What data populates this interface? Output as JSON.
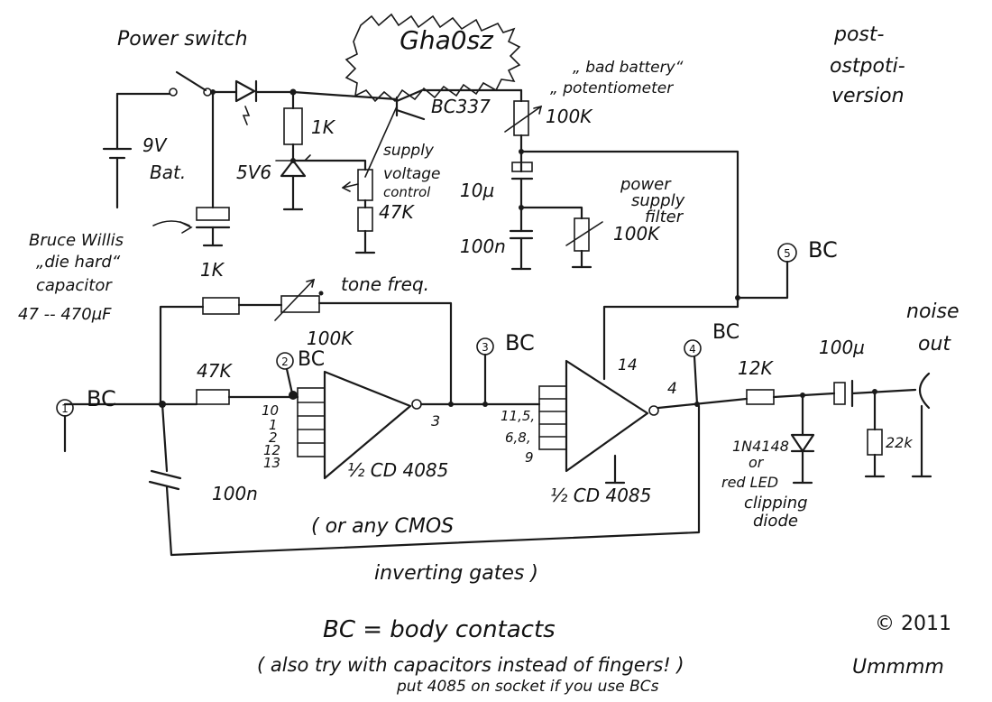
{
  "title": "Gha0sz",
  "header": {
    "power_switch": "Power switch",
    "version_lines": [
      "post-",
      "ostpoti-",
      "version"
    ],
    "bad_battery_lines": [
      "„ bad battery“",
      "„ potentiometer"
    ]
  },
  "components": {
    "battery_voltage": "9V",
    "battery_label": "Bat.",
    "r_1k_top": "1K",
    "zener": "5V6",
    "transistor": "BC337",
    "pot_100k_top": "100K",
    "supply_control_lines": [
      "supply",
      "voltage",
      "control"
    ],
    "r_47k_supply": "47K",
    "c_10u": "10µ",
    "filter_lines": [
      "power",
      "supply",
      "filter"
    ],
    "c_100n_supply": "100n",
    "pot_100k_filter": "100K",
    "bruce_willis_lines": [
      "Bruce Willis",
      "„die hard“",
      "capacitor",
      "47 -- 470µF"
    ],
    "r_1k_tone": "1K",
    "tone_freq": "tone freq.",
    "pot_100k_tone": "100K",
    "r_47k_input": "47K",
    "pin_3": "3",
    "pins_left_gate": [
      "10",
      "1",
      "2",
      "12",
      "13"
    ],
    "pins_right_gate": [
      "11,5,",
      "6,8,",
      "9"
    ],
    "pin_14": "14",
    "pin_4": "4",
    "r_12k": "12K",
    "c_100u": "100µ",
    "r_22k": "22k",
    "diode_lines": [
      "1N4148",
      "or",
      "red LED",
      "clipping",
      "diode"
    ],
    "c_100n_bottom": "100n",
    "gate1_label": "½  CD 4085",
    "gate2_label": "½  CD 4085",
    "cmos_note": "( or any CMOS",
    "inverting_gates": "inverting gates )",
    "noise_out_lines": [
      "noise",
      "out"
    ]
  },
  "body_contacts": [
    {
      "number": "1",
      "label": "BC"
    },
    {
      "number": "2",
      "label": "BC"
    },
    {
      "number": "3",
      "label": "BC"
    },
    {
      "number": "4",
      "label": "BC"
    },
    {
      "number": "5",
      "label": "BC"
    }
  ],
  "footer": {
    "bc_definition": "BC  =   body contacts",
    "capacitor_note": "( also try with capacitors instead of fingers! )",
    "socket_note": "put 4085 on socket if you use BCs",
    "copyright": "© 2011",
    "signature": "Ummmm"
  }
}
